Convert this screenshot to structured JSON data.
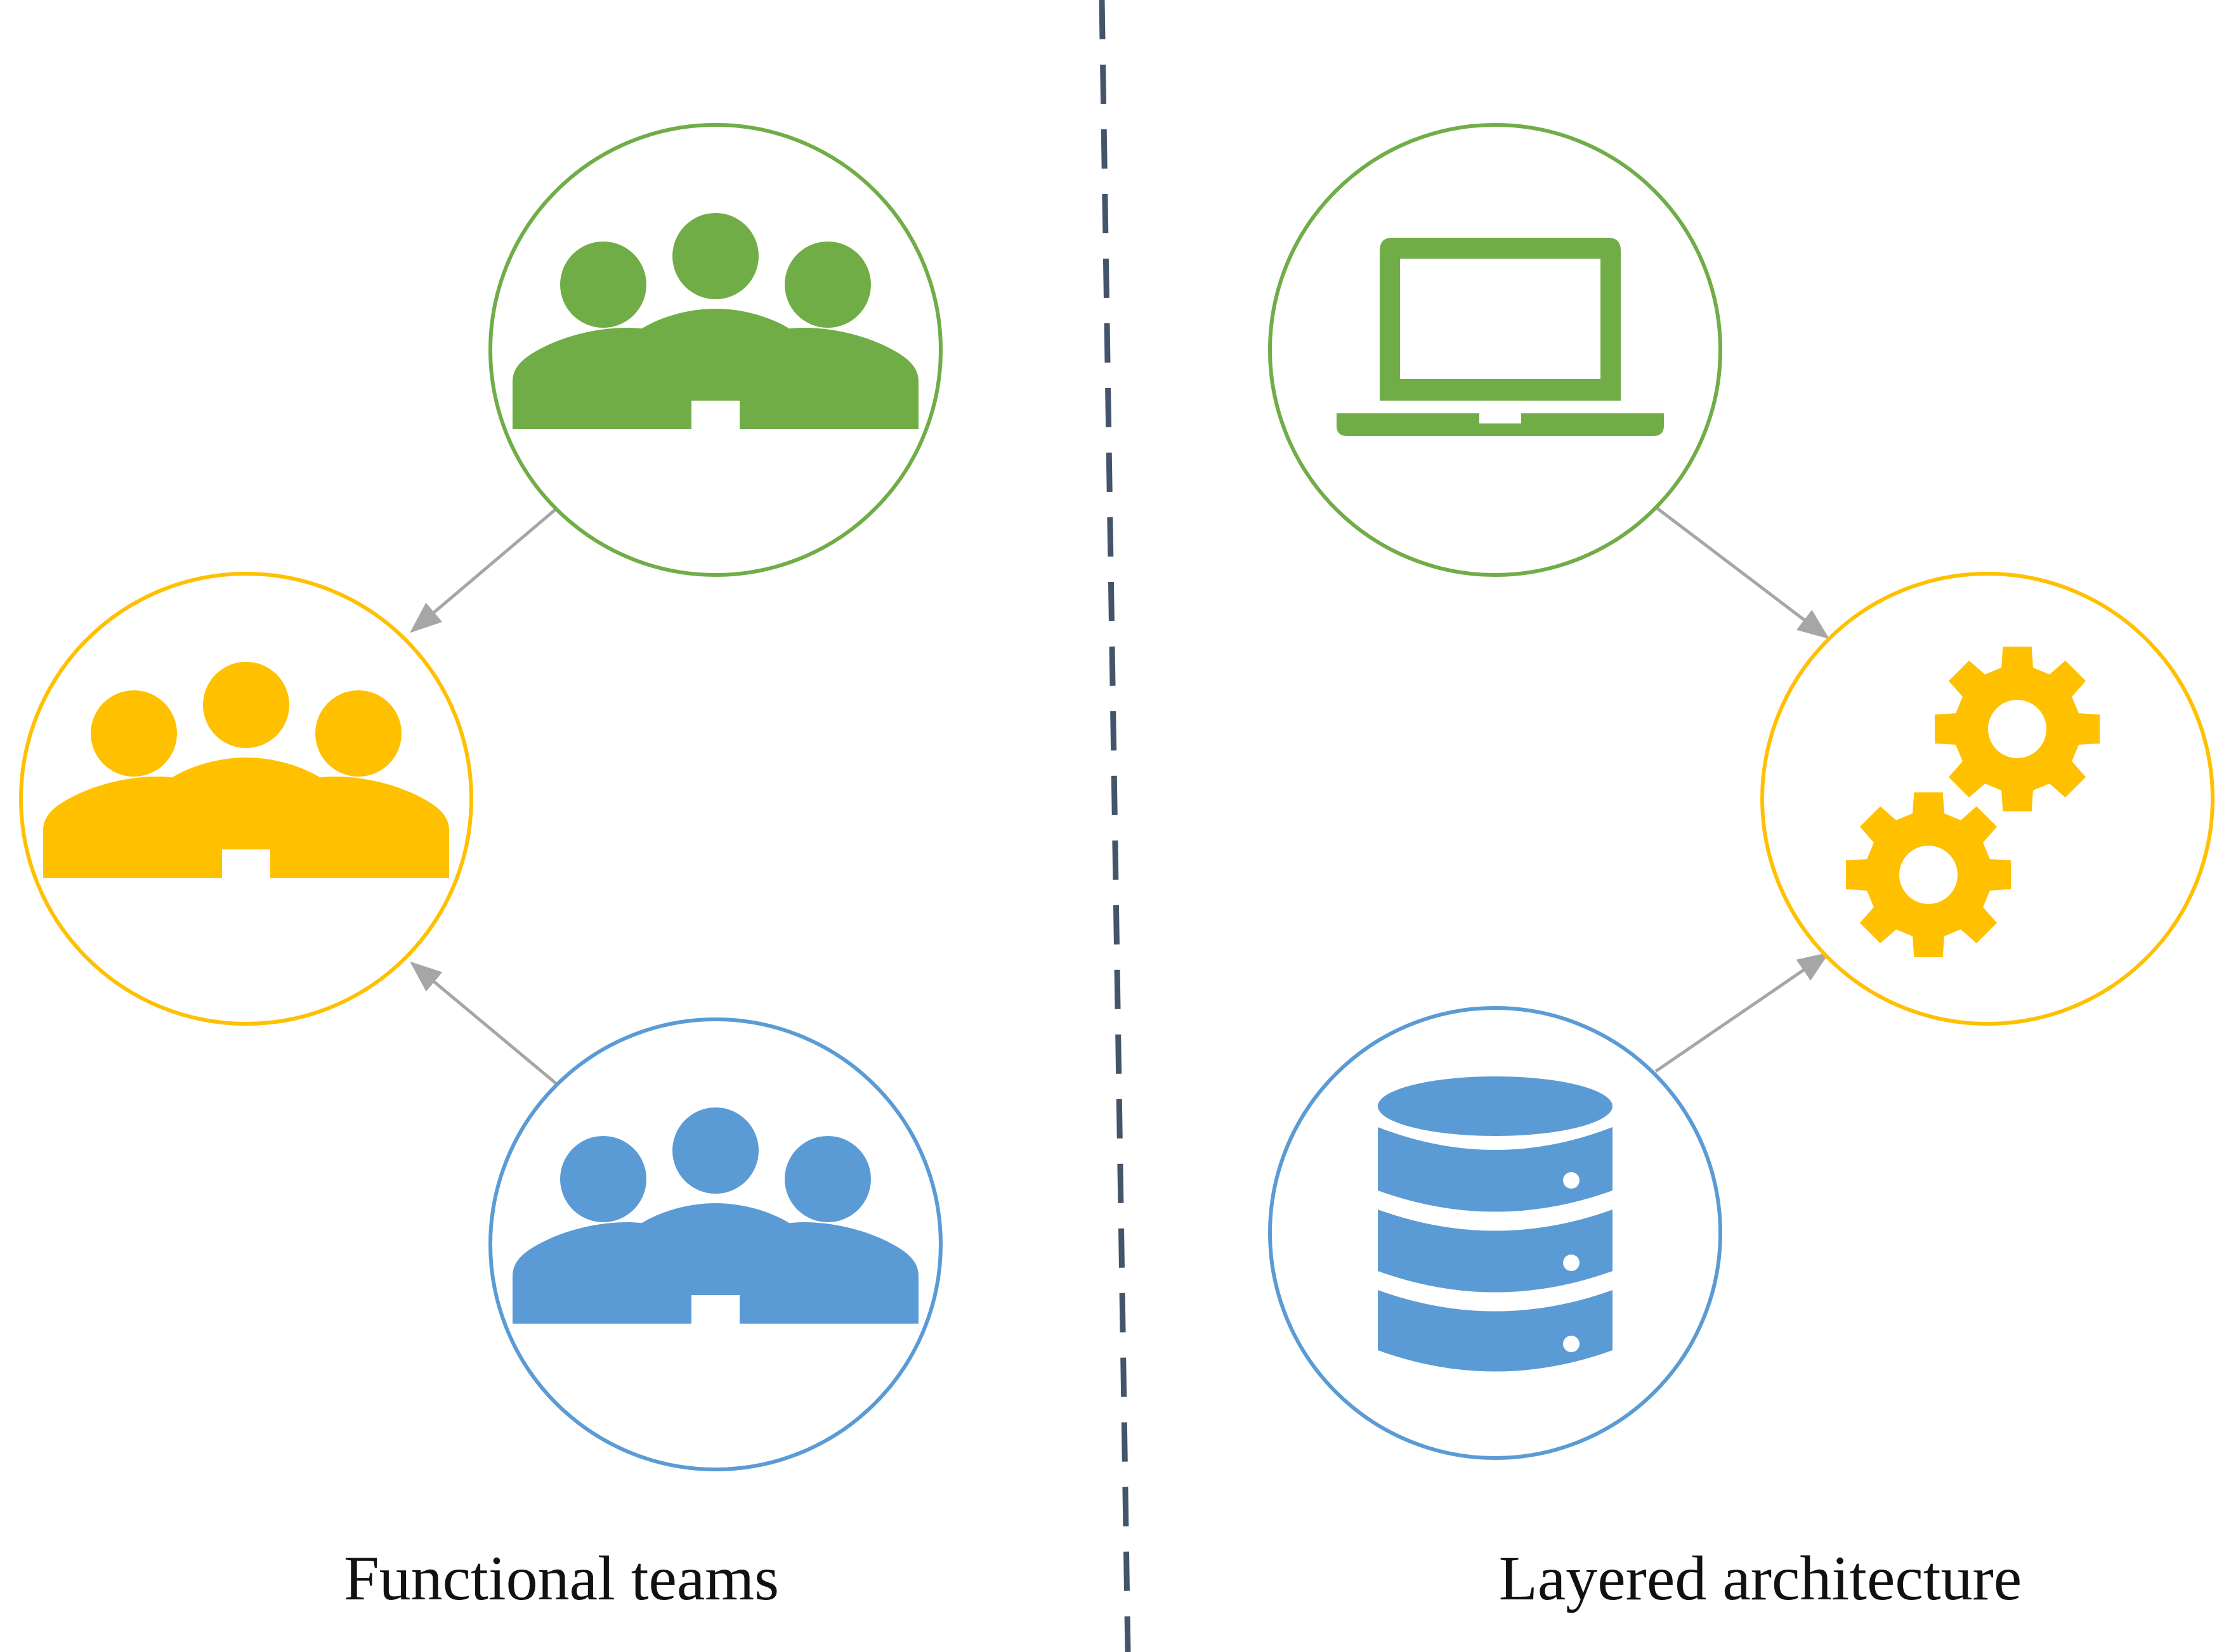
{
  "captions": {
    "left": "Functional teams",
    "right": "Layered architecture"
  },
  "left_panel": {
    "nodes": [
      {
        "id": "top-team",
        "icon": "people-group-icon",
        "color": "#70AD47"
      },
      {
        "id": "middle-team",
        "icon": "people-group-icon",
        "color": "#FFC000"
      },
      {
        "id": "bottom-team",
        "icon": "people-group-icon",
        "color": "#5B9BD5"
      }
    ],
    "arrows": [
      {
        "from": "top-team",
        "to": "middle-team"
      },
      {
        "from": "bottom-team",
        "to": "middle-team"
      }
    ]
  },
  "right_panel": {
    "nodes": [
      {
        "id": "presentation-layer",
        "icon": "laptop-icon",
        "color": "#70AD47"
      },
      {
        "id": "logic-layer",
        "icon": "gears-icon",
        "color": "#FFC000"
      },
      {
        "id": "data-layer",
        "icon": "database-icon",
        "color": "#5B9BD5"
      }
    ],
    "arrows": [
      {
        "from": "presentation-layer",
        "to": "logic-layer"
      },
      {
        "from": "data-layer",
        "to": "logic-layer"
      }
    ]
  },
  "colors": {
    "green": "#70AD47",
    "yellow": "#FFC000",
    "blue": "#5B9BD5",
    "arrow": "#A6A6A6",
    "divider": "#44546A",
    "text": "#111111"
  }
}
